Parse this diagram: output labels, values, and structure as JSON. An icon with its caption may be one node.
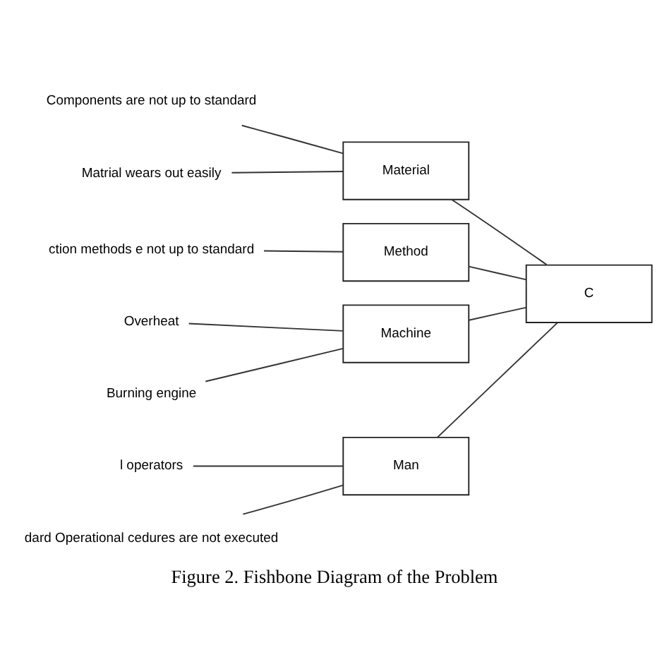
{
  "diagram": {
    "caption": "Figure 2. Fishbone Diagram of the Problem",
    "nodes": [
      {
        "text": [
          "Man"
        ]
      },
      {
        "text": [
          "Material"
        ]
      },
      {
        "text": [
          "Method"
        ]
      },
      {
        "text": [
          "Machine"
        ]
      },
      {
        "text": [
          "C"
        ]
      },
      {
        "text": [
          "l operators"
        ]
      },
      {
        "text": [
          "dard Operational cedures are not executed"
        ]
      },
      {
        "text": [
          "Components are not up to standard"
        ]
      },
      {
        "text": [
          "Matrial wears out easily"
        ]
      },
      {
        "text": [
          "ction methods e not up to standard"
        ]
      },
      {
        "text": [
          "Overheat"
        ]
      },
      {
        "text": [
          "Burning engine"
        ]
      }
    ],
    "edges": [
      {
        "from": 0,
        "to": 4,
        "arrow": "none"
      },
      {
        "from": 2,
        "to": 4,
        "arrow": "none"
      },
      {
        "from": 1,
        "to": 4,
        "arrow": "none"
      },
      {
        "from": 3,
        "to": 4,
        "arrow": "none"
      },
      {
        "from": 5,
        "to": 0,
        "arrow": "none"
      },
      {
        "from": 6,
        "to": 0,
        "arrow": "none"
      },
      {
        "from": 7,
        "to": 1,
        "arrow": "none"
      },
      {
        "from": 8,
        "to": 1,
        "arrow": "none"
      },
      {
        "from": 9,
        "to": 2,
        "arrow": "none"
      },
      {
        "from": 10,
        "to": 3,
        "arrow": "none"
      },
      {
        "from": 11,
        "to": 3,
        "arrow": "none"
      }
    ]
  }
}
